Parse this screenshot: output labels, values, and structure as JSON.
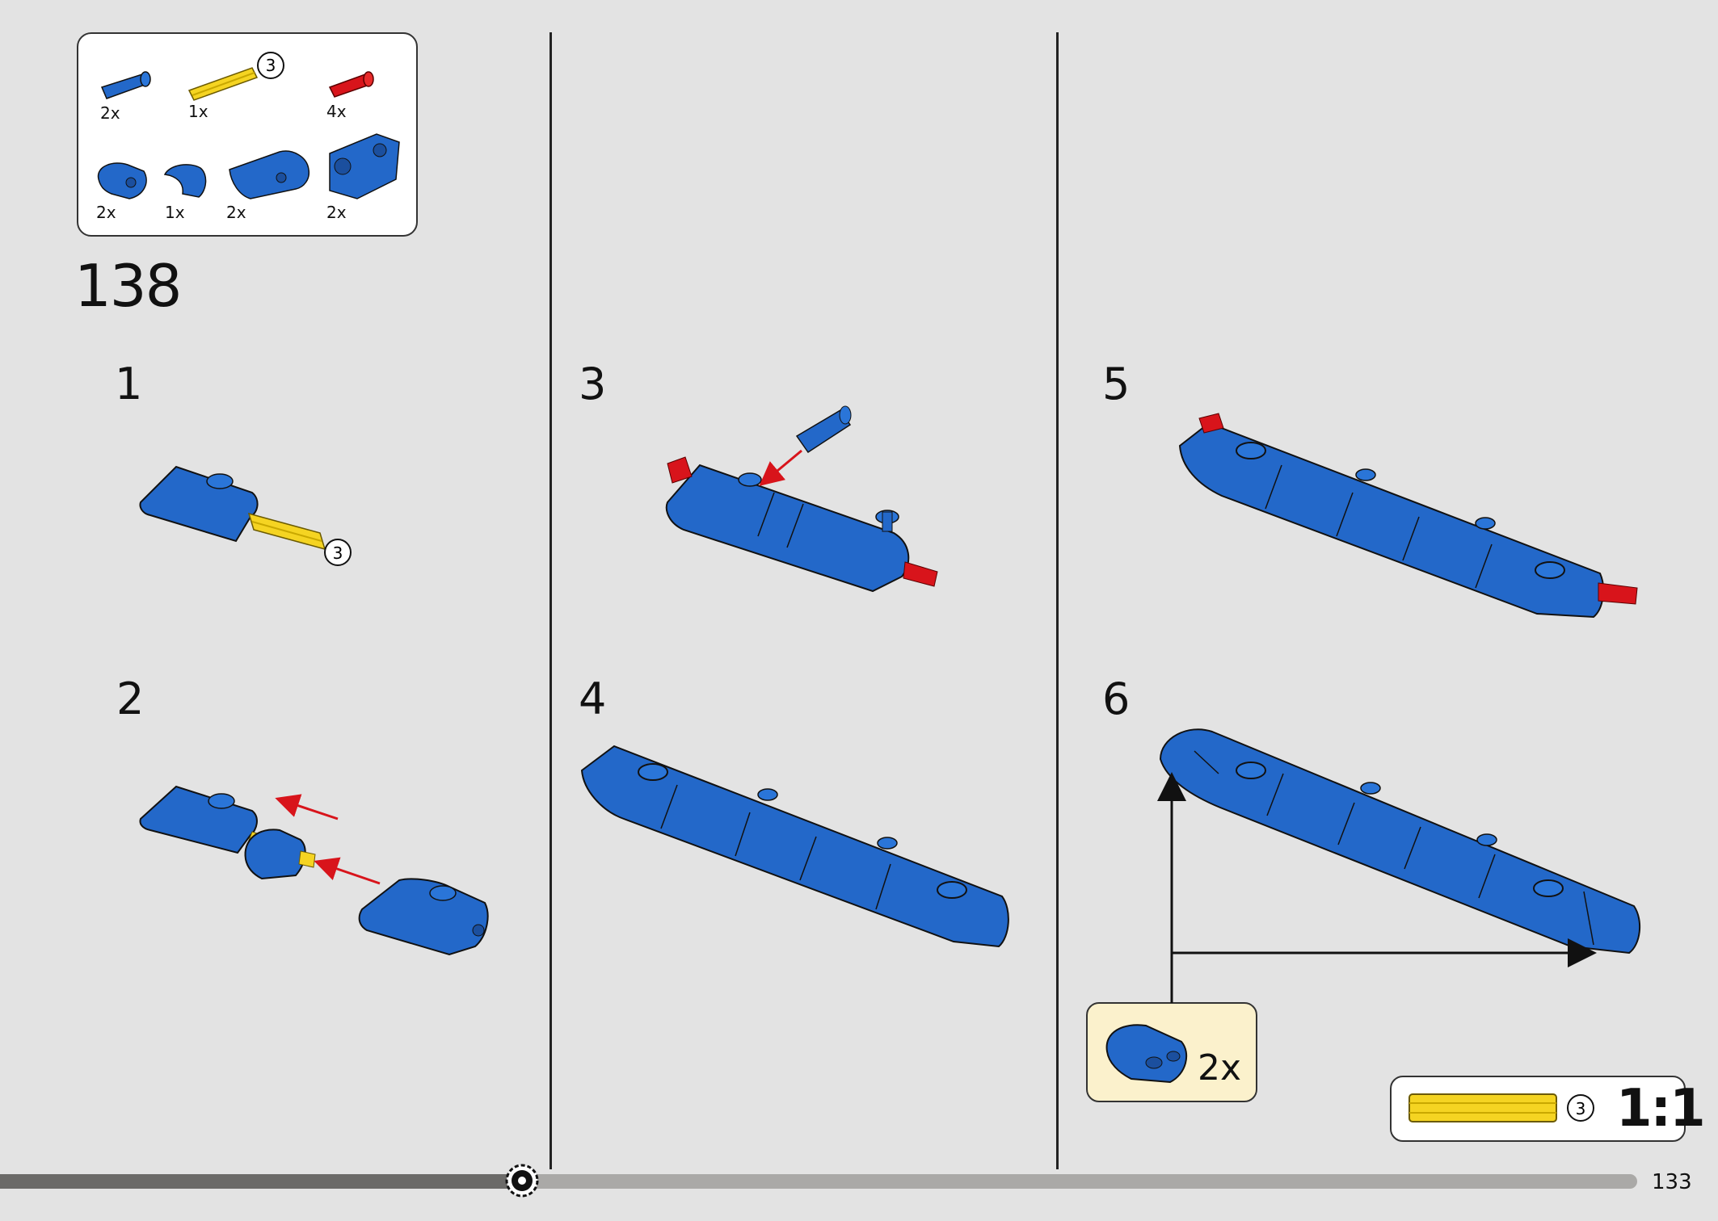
{
  "parts_list": [
    {
      "qty": "2x",
      "icon": "blue-friction-pin-icon"
    },
    {
      "qty": "1x",
      "icon": "yellow-axle-3-icon",
      "length_badge": "3"
    },
    {
      "qty": "4x",
      "icon": "red-axle-pin-icon"
    },
    {
      "qty": "2x",
      "icon": "blue-double-cross-block-icon"
    },
    {
      "qty": "1x",
      "icon": "blue-curved-panel-small-icon"
    },
    {
      "qty": "2x",
      "icon": "blue-curved-panel-long-icon"
    },
    {
      "qty": "2x",
      "icon": "blue-angled-connector-icon"
    }
  ],
  "main_step": "138",
  "sub_steps": [
    "1",
    "2",
    "3",
    "4",
    "5",
    "6"
  ],
  "step1_axle_badge": "3",
  "callout": {
    "qty": "2x",
    "icon": "blue-double-cross-block-icon"
  },
  "scale": {
    "badge": "3",
    "label": "1:1"
  },
  "page_number": "133",
  "progress": 0.32,
  "colors": {
    "background": "#e3e3e3",
    "blue": "#2368c9",
    "yellow": "#f5d422",
    "red": "#d8141b",
    "callout_bg": "#fbf1cc"
  }
}
